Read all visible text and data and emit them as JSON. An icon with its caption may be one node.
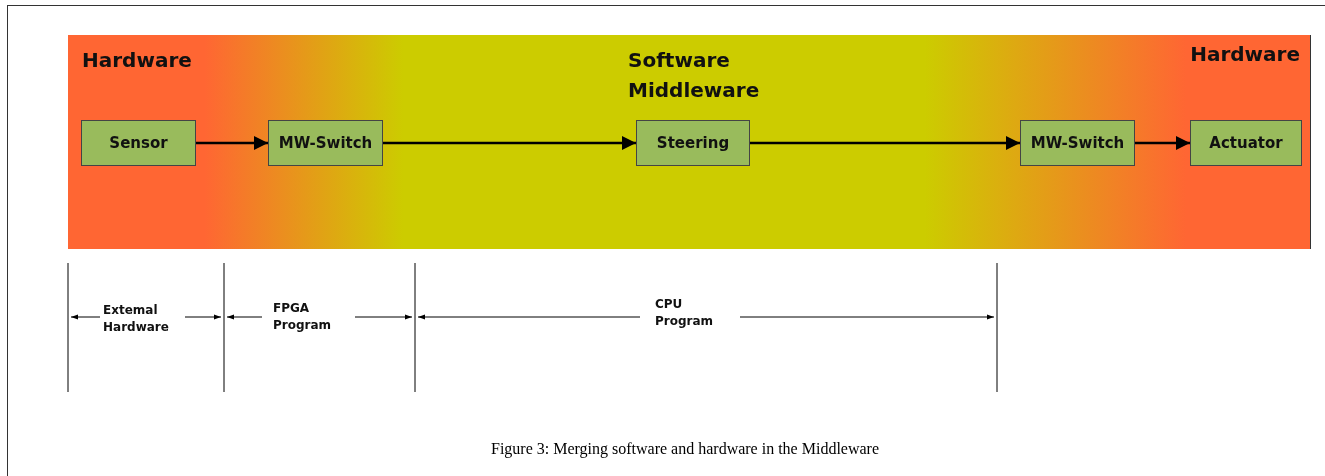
{
  "diagram": {
    "caption": "Figure 3: Merging software and hardware in the Middleware",
    "nodes": [
      {
        "text": [
          "Hardware",
          "Software Middleware",
          "Hardware"
        ]
      },
      {
        "text": [
          "Sensor"
        ],
        "in": 0
      },
      {
        "text": [
          "MW-Switch"
        ],
        "in": 0
      },
      {
        "text": [
          "Steering"
        ],
        "in": 0
      },
      {
        "text": [
          "MW-Switch"
        ],
        "in": 0
      },
      {
        "text": [
          "Actuator"
        ],
        "in": 0
      }
    ],
    "edges": [
      {
        "from": 1,
        "to": 2,
        "arrow": "to"
      },
      {
        "from": 2,
        "to": 3,
        "arrow": "to"
      },
      {
        "from": 3,
        "to": 4,
        "arrow": "to"
      },
      {
        "from": 4,
        "to": 5,
        "arrow": "to"
      }
    ],
    "labels": [
      "Extemal Hardware",
      "FPGA Program",
      "CPU Program"
    ]
  }
}
